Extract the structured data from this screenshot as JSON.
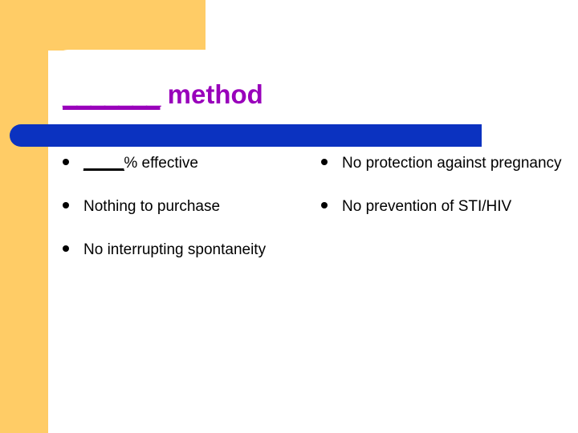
{
  "slide": {
    "title": {
      "blank": "_______",
      "word": " method"
    },
    "columns": {
      "left": {
        "bullets": [
          {
            "marker": "bullet-dot",
            "blank": "_____",
            "text": "% effective"
          },
          {
            "marker": "bullet-dot",
            "blank": "",
            "text": "Nothing to purchase"
          },
          {
            "marker": "bullet-dot",
            "blank": "",
            "text": "No interrupting spontaneity"
          }
        ]
      },
      "right": {
        "bullets": [
          {
            "marker": "bullet-dot",
            "blank": "",
            "text": "No protection against pregnancy"
          },
          {
            "marker": "bullet-dot",
            "blank": "",
            "text": "No prevention of STI/HIV"
          }
        ]
      }
    },
    "colors": {
      "accent_yellow": "#FFCC66",
      "accent_blue": "#0B32C0",
      "title_purple": "#9900BB",
      "body_text": "#000000",
      "background": "#FFFFFF"
    }
  }
}
